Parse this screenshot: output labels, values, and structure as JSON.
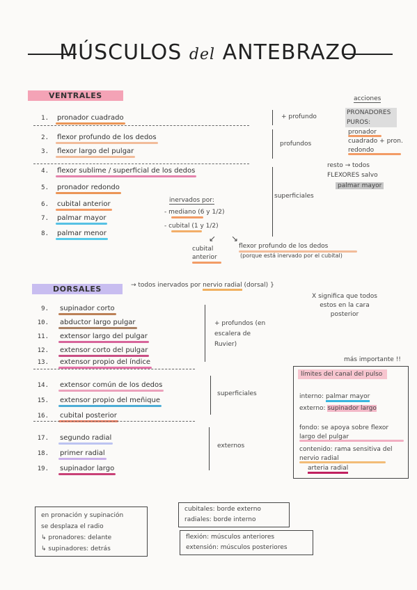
{
  "title": {
    "main": "MÚSCULOS",
    "del": "del",
    "rest": "ANTEBRAZO"
  },
  "ventrales": {
    "label": "VENTRALES",
    "items": [
      {
        "num": "1.",
        "text": "pronador cuadrado",
        "color": "#e8823a"
      },
      {
        "num": "2.",
        "text": "flexor profundo de los dedos",
        "color": "#f0b08a"
      },
      {
        "num": "3.",
        "text": "flexor largo del pulgar",
        "color": "#f0b08a"
      },
      {
        "num": "4.",
        "text": "flexor sublime / superficial de los dedos",
        "color": "#e06fa0"
      },
      {
        "num": "5.",
        "text": "pronador redondo",
        "color": "#e8823a"
      },
      {
        "num": "6.",
        "text": "cubital anterior",
        "color": "#f08a4b"
      },
      {
        "num": "7.",
        "text": "palmar mayor",
        "color": "#38b6e0"
      },
      {
        "num": "8.",
        "text": "palmar menor",
        "color": "#38c2e8"
      }
    ],
    "brace1": "+ profundo",
    "brace2": "profundos",
    "brace3": "superficiales",
    "inervados_title": "inervados por:",
    "inervados": [
      {
        "text": "- mediano (6 y 1/2)",
        "color": "#f08a4b"
      },
      {
        "text": "- cubital (1 y 1/2)",
        "color": "#f0a050"
      }
    ],
    "arrow_left": "cubital anterior",
    "arrow_right": "flexor profundo de los dedos",
    "arrow_right_note": "(porque está inervado por el cubital)",
    "acciones_title": "acciones",
    "puros": "PRONADORES PUROS:",
    "puros_list": "pronador cuadrado + pron. redondo",
    "resto": "resto → todos FLEXORES salvo",
    "resto_ex": "palmar mayor"
  },
  "dorsales": {
    "label": "DORSALES",
    "arrow_note": "→ todos inervados por",
    "nerve": "nervio radial",
    "nerve_paren": "(dorsal)",
    "x_note": "X significa que todos estos en la cara posterior",
    "items": [
      {
        "num": "9.",
        "text": "supinador corto",
        "color": "#b06a3a"
      },
      {
        "num": "10.",
        "text": "abductor largo pulgar",
        "color": "#9a6b4a"
      },
      {
        "num": "11.",
        "text": "extensor largo del pulgar",
        "color": "#d04a8a"
      },
      {
        "num": "12.",
        "text": "extensor corto del pulgar",
        "color": "#c03070"
      },
      {
        "num": "13.",
        "text": "extensor propio del índice",
        "color": "#e05a9a"
      },
      {
        "num": "14.",
        "text": "extensor común de los dedos",
        "color": "#e890b0"
      },
      {
        "num": "15.",
        "text": "extensor propio del meñique",
        "color": "#2e9fd0"
      },
      {
        "num": "16.",
        "text": "cubital posterior",
        "color": "#f07050"
      },
      {
        "num": "17.",
        "text": "segundo radial",
        "color": "#b0b8f0"
      },
      {
        "num": "18.",
        "text": "primer radial",
        "color": "#c0a0e8"
      },
      {
        "num": "19.",
        "text": "supinador largo",
        "color": "#c02060"
      }
    ],
    "brace1": "+ profundos (en escalera de Ruvier)",
    "brace2": "superficiales",
    "brace3": "externos"
  },
  "canal": {
    "header": "más importante !!",
    "title": "límites del canal del pulso",
    "interno_label": "interno:",
    "interno_val": "palmar mayor",
    "externo_label": "externo:",
    "externo_val": "supinador largo",
    "fondo": "fondo: se apoya sobre flexor largo del pulgar",
    "contenido_label": "contenido:",
    "contenido_val": "rama sensitiva del nervio radial",
    "arteria": "arteria radial"
  },
  "bottom": {
    "box1": [
      "en pronación y supinación",
      "se desplaza el radio",
      "↳ pronadores: delante",
      "↳ supinadores: detrás"
    ],
    "box2": [
      "cubitales: borde externo",
      "radiales: borde interno"
    ],
    "box3": [
      "flexión: músculos anteriores",
      "extensión: músculos posteriores"
    ]
  }
}
